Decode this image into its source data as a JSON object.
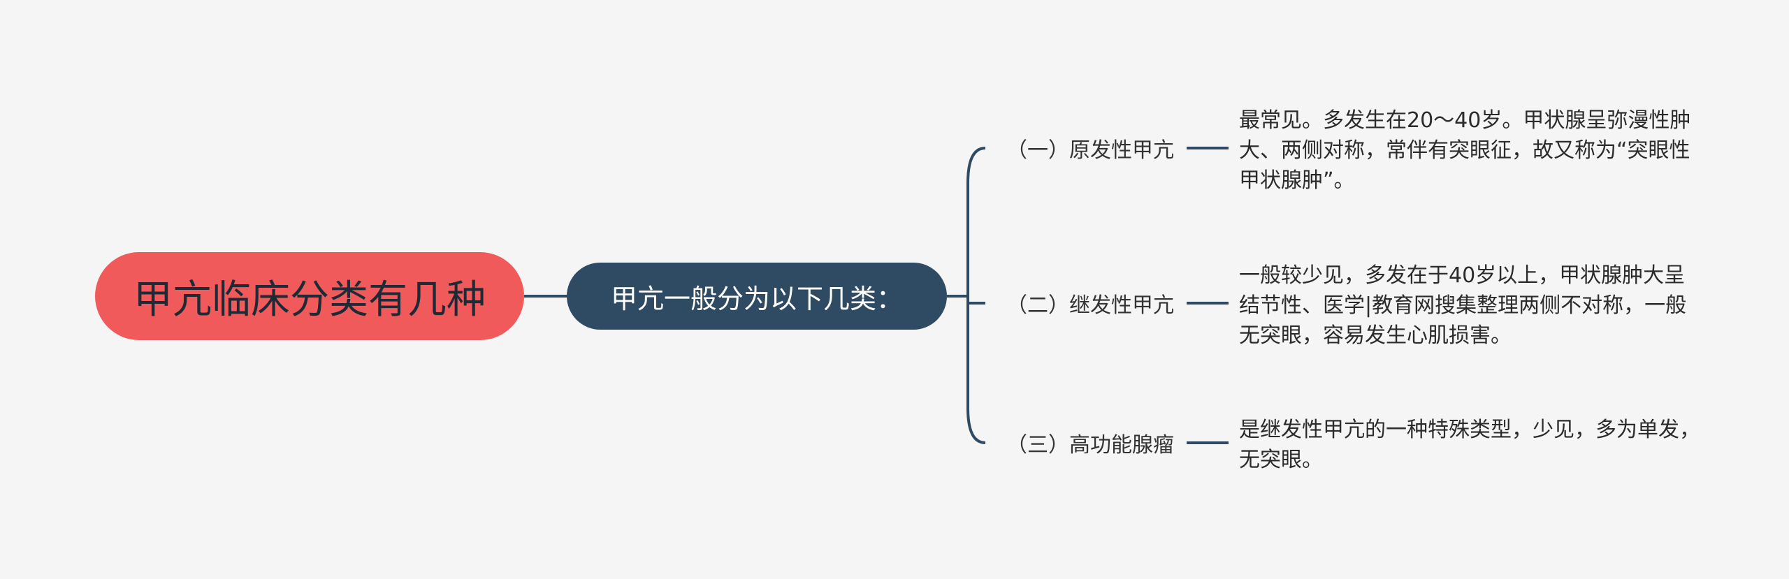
{
  "root": {
    "label": "甲亢临床分类有几种"
  },
  "hub": {
    "label": "甲亢一般分为以下几类："
  },
  "branches": [
    {
      "label": "（一）原发性甲亢",
      "detail": "最常见。多发生在20～40岁。甲状腺呈弥漫性肿大、两侧对称，常伴有突眼征，故又称为“突眼性甲状腺肿”。"
    },
    {
      "label": "（二）继发性甲亢",
      "detail": "一般较少见，多发在于40岁以上，甲状腺肿大呈结节性、医学|教育网搜集整理两侧不对称，一般无突眼，容易发生心肌损害。"
    },
    {
      "label": "（三）高功能腺瘤",
      "detail": "是继发性甲亢的一种特殊类型，少见，多为单发，无突眼。"
    }
  ],
  "colors": {
    "background": "#f5f5f5",
    "root_fill": "#f05a5a",
    "hub_fill": "#2f4a63",
    "connector": "#2f4a63"
  }
}
